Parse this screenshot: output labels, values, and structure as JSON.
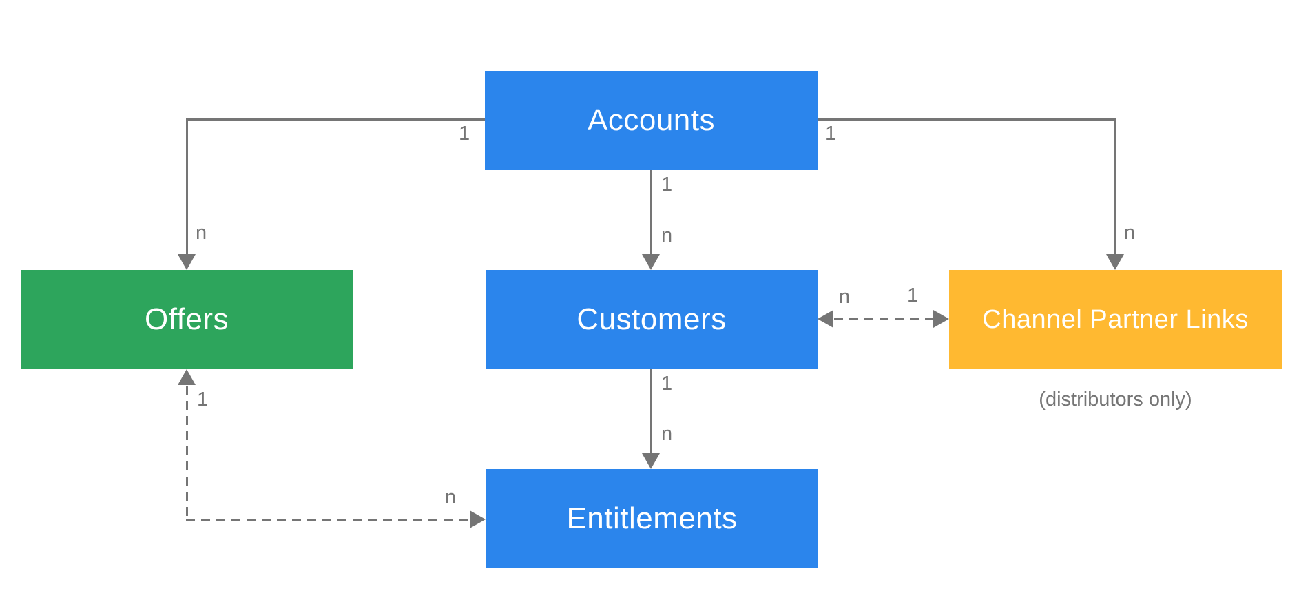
{
  "diagram": {
    "type": "entity-relationship",
    "background": "#ffffff"
  },
  "colors": {
    "blue": "#2b85ec",
    "green": "#2da55c",
    "yellow": "#ffb931",
    "connector_gray": "#757575",
    "label_gray": "#757575",
    "node_text": "#ffffff"
  },
  "nodes": [
    {
      "id": "accounts",
      "label": "Accounts",
      "color": "#2b85ec"
    },
    {
      "id": "offers",
      "label": "Offers",
      "color": "#2da55c"
    },
    {
      "id": "customers",
      "label": "Customers",
      "color": "#2b85ec"
    },
    {
      "id": "channel-partner-links",
      "label": "Channel Partner Links",
      "color": "#ffb931",
      "note": "(distributors only)"
    },
    {
      "id": "entitlements",
      "label": "Entitlements",
      "color": "#2b85ec"
    }
  ],
  "edges": [
    {
      "from": "Accounts",
      "to": "Offers",
      "style": "solid",
      "bidirectional": false,
      "from_label": "1",
      "to_label": "n"
    },
    {
      "from": "Accounts",
      "to": "Customers",
      "style": "solid",
      "bidirectional": false,
      "from_label": "1",
      "to_label": "n"
    },
    {
      "from": "Accounts",
      "to": "Channel Partner Links",
      "style": "solid",
      "bidirectional": false,
      "from_label": "1",
      "to_label": "n"
    },
    {
      "from": "Customers",
      "to": "Channel Partner Links",
      "style": "dashed",
      "bidirectional": true,
      "from_label": "n",
      "to_label": "1"
    },
    {
      "from": "Customers",
      "to": "Entitlements",
      "style": "solid",
      "bidirectional": false,
      "from_label": "1",
      "to_label": "n"
    },
    {
      "from": "Offers",
      "to": "Entitlements",
      "style": "dashed",
      "bidirectional": true,
      "from_label": "1",
      "to_label": "n"
    }
  ]
}
